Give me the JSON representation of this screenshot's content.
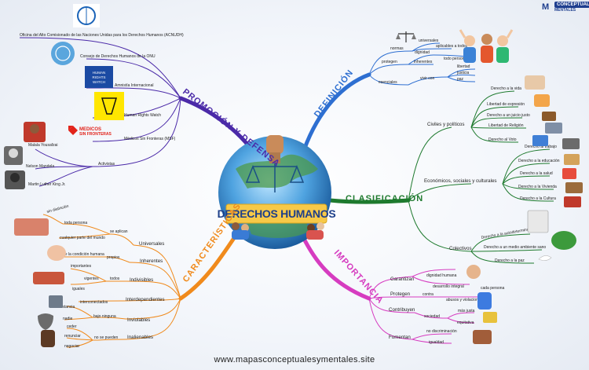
{
  "center": {
    "title": "DERECHOS HUMANOS"
  },
  "brand": {
    "mark": "M",
    "line1": "CONCEPTUALES",
    "line2": "MENTALES"
  },
  "footer": {
    "url": "www.mapasconceptualesymentales.site"
  },
  "colors": {
    "definicion": "#2e6fd1",
    "clasificacion": "#1e7a2e",
    "importancia": "#d63cc0",
    "caracteristicas": "#f08a1c",
    "promocion": "#4b2aa8"
  },
  "branches": {
    "promocion": "PROMOCIÓN Y DEFENSA",
    "definicion": "DEFINICIÓN",
    "clasificacion": "CLASIFICACIÓN",
    "importancia": "IMPORTANCIA",
    "caracteristicas": "CARACTERÍSTICAS"
  },
  "promocion": {
    "orgs": [
      "Oficina del Alto Comisionado de las Naciones Unidas para los Derechos Humanos (ACNUDH)",
      "Consejo de Derechos Humanos de la ONU",
      "Amnistía Internacional",
      "Human Rights Watch",
      "Médicos Sin Fronteras (MSF)"
    ],
    "activists_label": "Activistas",
    "activists": [
      "Malala Yousafzai",
      "Nelson Mandela",
      "Martin Luther King Jr."
    ],
    "hrw_logo": "HUMAN RIGHTS WATCH",
    "msf_logo": [
      "MEDICOS",
      "SIN FRONTERAS"
    ]
  },
  "definicion": {
    "items": [
      {
        "label": "normas",
        "subs": [
          "universales",
          "aplicables a todos"
        ]
      },
      {
        "label": "protegen",
        "subs": [
          "dignidad",
          "inherentes",
          "todo persona"
        ]
      },
      {
        "label": "esenciales",
        "subs": [
          "vivir con",
          "libertad",
          "justicia",
          "paz"
        ]
      }
    ]
  },
  "clasificacion": {
    "groups": [
      {
        "label": "Civiles y políticos",
        "items": [
          "Derecho a la vida",
          "Libertad de expresión",
          "Derecho a un juicio justo",
          "Libertad de Religión",
          "Derecho al Voto"
        ]
      },
      {
        "label": "Económicos, sociales y culturales",
        "items": [
          "Derecho al trabajo",
          "Derecho a la educación",
          "Derecho a la salud",
          "Derecho a la Vivienda",
          "Derecho a la Cultura"
        ]
      },
      {
        "label": "Colectivos",
        "items": [
          "Derecho a la autodeterminación",
          "Derecho a un medio ambiente sano",
          "Derecho a la paz"
        ]
      }
    ]
  },
  "importancia": {
    "items": [
      {
        "label": "Garantizan",
        "subs": [
          "dignidad humana",
          "desarrollo integral",
          "cada persona"
        ]
      },
      {
        "label": "Protegen",
        "subs": [
          "contra",
          "abusos y violaciones"
        ]
      },
      {
        "label": "Contribuyen",
        "subs": [
          "sociedad",
          "más justa",
          "equitativa"
        ]
      },
      {
        "label": "Fomentan",
        "subs": [
          "no discriminación",
          "igualdad"
        ]
      }
    ]
  },
  "caracteristicas": {
    "items": [
      {
        "label": "Universales",
        "subs": [
          "se aplican",
          "toda persona",
          "sin distinción",
          "cualquier parte del mundo"
        ]
      },
      {
        "label": "Inherentes",
        "subs": [
          "propios",
          "de la condición humana"
        ]
      },
      {
        "label": "Indivisibles",
        "subs": [
          "todos",
          "importantes",
          "iguales",
          "vigentes"
        ]
      },
      {
        "label": "Interdependientes",
        "subs": [
          "interconectados"
        ]
      },
      {
        "label": "Inviolables",
        "subs": [
          "bajo ninguna",
          "nadie",
          "circunstancia"
        ]
      },
      {
        "label": "Inalienables",
        "subs": [
          "no se pueden",
          "ceder",
          "renunciar",
          "negociar"
        ]
      }
    ]
  }
}
